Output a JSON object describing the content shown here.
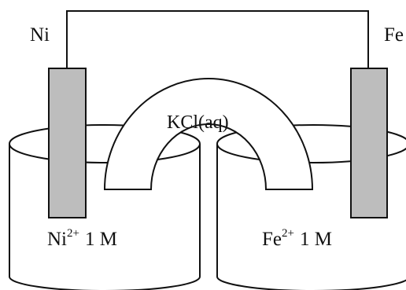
{
  "labels": {
    "left_electrode": "Ni",
    "right_electrode": "Fe",
    "salt_bridge": "KCl(aq)",
    "left_solution": {
      "ion": "Ni",
      "charge": "2+",
      "conc": "1 M"
    },
    "right_solution": {
      "ion": "Fe",
      "charge": "2+",
      "conc": "1 M"
    }
  },
  "colors": {
    "electrode_fill": "#bdbdbd",
    "outline": "#111111",
    "background": "#ffffff"
  }
}
